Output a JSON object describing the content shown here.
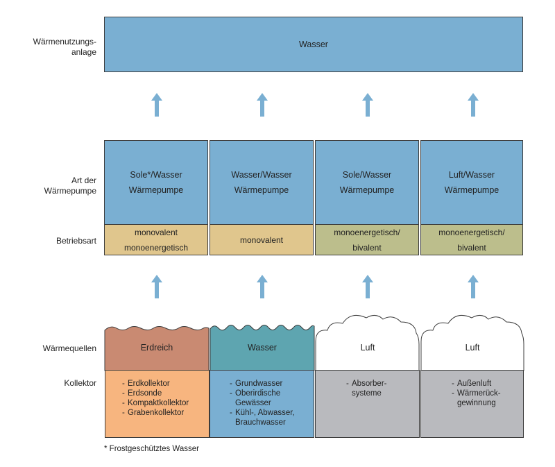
{
  "row_labels": {
    "heat_use": "Wärmenutzungs-\nanlage",
    "pump_type": "Art der\nWärmepumpe",
    "operation": "Betriebsart",
    "sources": "Wärmequellen",
    "collector": "Kollektor"
  },
  "top_box": {
    "label": "Wasser"
  },
  "pumps": [
    {
      "line1": "Sole*/Wasser",
      "line2": "Wärmepumpe",
      "mode1": "monovalent",
      "mode2": "monoenergetisch"
    },
    {
      "line1": "Wasser/Wasser",
      "line2": "Wärmepumpe",
      "mode1": "monovalent",
      "mode2": ""
    },
    {
      "line1": "Sole/Wasser",
      "line2": "Wärmepumpe",
      "mode1": "monoenergetisch/",
      "mode2": "bivalent"
    },
    {
      "line1": "Luft/Wasser",
      "line2": "Wärmepumpe",
      "mode1": "monoenergetisch/",
      "mode2": "bivalent"
    }
  ],
  "sources": [
    {
      "label": "Erdreich",
      "shape": "earth-wave",
      "color": "#c98a72"
    },
    {
      "label": "Wasser",
      "shape": "water-wave",
      "color": "#5ea5b0"
    },
    {
      "label": "Luft",
      "shape": "cloud",
      "color": "#ffffff"
    },
    {
      "label": "Luft",
      "shape": "cloud",
      "color": "#ffffff"
    }
  ],
  "collectors": [
    {
      "items": [
        "Erdkollektor",
        "Erdsonde",
        "Kompaktkollektor",
        "Grabenkollektor"
      ],
      "color": "#f7b57f"
    },
    {
      "items": [
        "Grundwasser",
        "Oberirdische Gewässer",
        "Kühl-, Abwasser, Brauchwasser"
      ],
      "color": "#7aafd2"
    },
    {
      "items": [
        "Absorber-systeme"
      ],
      "color": "#b9babe"
    },
    {
      "items": [
        "Außenluft",
        "Wärmerück-gewinnung"
      ],
      "color": "#b9babe"
    }
  ],
  "colors": {
    "pump_blue": "#7aafd2",
    "mode_tan": "#e0c68d",
    "mode_olive": "#bcbe8c",
    "arrow": "#7aafd2",
    "border": "#3c3c3c"
  },
  "footnote": "* Frostgeschütztes Wasser"
}
